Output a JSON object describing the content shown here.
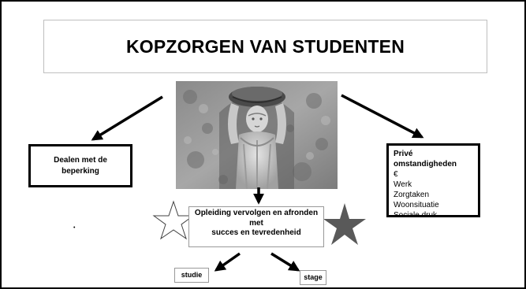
{
  "slide": {
    "title": "KOPZORGEN VAN STUDENTEN",
    "left_box": {
      "lines": [
        "Dealen met de",
        "beperking"
      ]
    },
    "right_box": {
      "heading": "Privé omstandigheden",
      "items": [
        "€",
        "Werk",
        "Zorgtaken",
        "Woonsituatie",
        "Sociale druk"
      ]
    },
    "center_box": {
      "lines": [
        "Opleiding vervolgen en afronden",
        "met",
        "succes en tevredenheid"
      ]
    },
    "bottom_left": "studie",
    "bottom_right": "stage",
    "stray_mark": "•"
  },
  "image": {
    "description_name": "caryatid-statue-photo"
  },
  "colors": {
    "stroke": "#000000",
    "filled_star": "#595959"
  }
}
